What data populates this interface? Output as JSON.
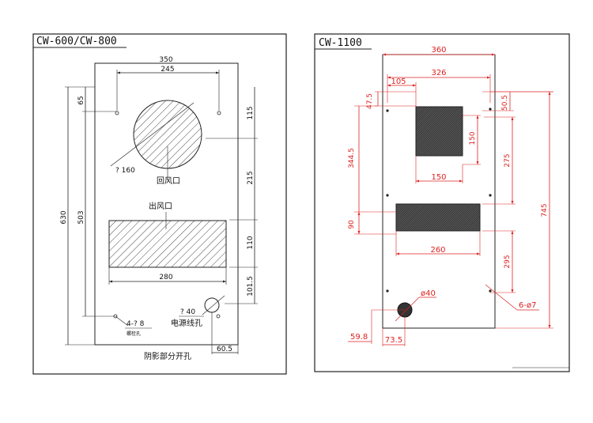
{
  "left": {
    "title": "CW-600/CW-800",
    "dims": {
      "w350": "350",
      "w245": "245",
      "h65": "65",
      "h115": "115",
      "h215": "215",
      "h110": "110",
      "h101_5": "101.5",
      "h630": "630",
      "h503": "503",
      "w280": "280",
      "w60_5": "60.5",
      "d160": "? 160",
      "d40": "? 40",
      "holes": "4-? 8"
    },
    "labels": {
      "return_air": "回风口",
      "supply_air": "出风口",
      "power_hole": "电源线孔",
      "mount_hole": "螺栓孔",
      "shaded_note": "阴影部分开孔"
    }
  },
  "right": {
    "title": "CW-1100",
    "dims": {
      "w360": "360",
      "w326": "326",
      "w105": "105",
      "h47_5": "47.5",
      "h50_5": "50.5",
      "h344_5": "344.5",
      "h150v": "150",
      "w150": "150",
      "h275": "275",
      "h90": "90",
      "w260": "260",
      "h295": "295",
      "h745": "745",
      "d40": "ø40",
      "holes": "6-ø7",
      "w59_8": "59.8",
      "w73_5": "73.5"
    }
  }
}
